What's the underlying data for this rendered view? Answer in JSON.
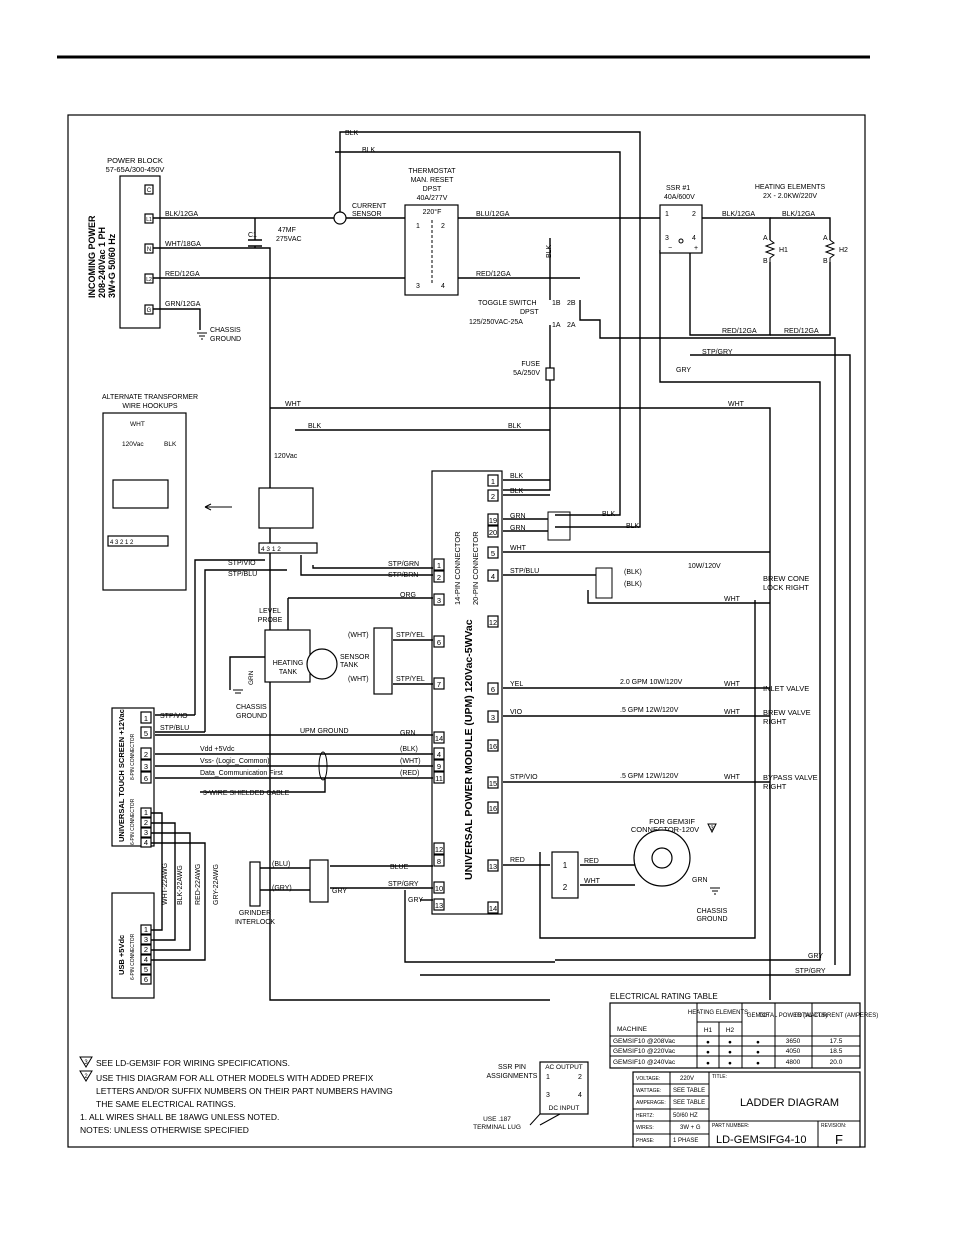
{
  "power_block": {
    "title": "POWER BLOCK",
    "rating": "57-65A/300-450V",
    "terminals": [
      "C",
      "L1",
      "N",
      "L2",
      "G"
    ]
  },
  "incoming_power": {
    "line1": "INCOMING POWER",
    "line2": "208-240Vac 1 PH",
    "line3": "3W+G 50/60 Hz"
  },
  "wires": {
    "blk": "BLK",
    "blk12": "BLK/12GA",
    "wht18": "WHT/18GA",
    "red12": "RED/12GA",
    "grn12": "GRN/12GA",
    "blu12": "BLU/12GA",
    "wht": "WHT",
    "stp_gry": "STP/GRY",
    "gry": "GRY",
    "grn": "GRN",
    "red": "RED",
    "yel": "YEL",
    "vio": "VIO",
    "org": "ORG",
    "stp_vio": "STP/VIO",
    "stp_blu": "STP/BLU",
    "stp_grn": "STP/GRN",
    "stp_brn": "STP/BRN",
    "stp_yel": "STP/YEL",
    "blue": "BLUE",
    "p_blk": "(BLK)",
    "p_wht": "(WHT)",
    "p_red": "(RED)",
    "p_blu": "(BLU)",
    "p_gry": "(GRY)",
    "p_yel": "(YEL)",
    "p_org": "(ORG)",
    "p_vio": "(VIO)",
    "v120": "120Vac"
  },
  "chassis_ground": {
    "l1": "CHASSIS",
    "l2": "GROUND"
  },
  "capacitor": {
    "ref": "C1",
    "value": "47MF",
    "voltage": "275VAC"
  },
  "current_sensor": {
    "l1": "CURRENT",
    "l2": "SENSOR"
  },
  "thermostat": {
    "l1": "THERMOSTAT",
    "l2": "MAN. RESET",
    "l3": "DPST",
    "l4": "40A/277V",
    "temp": "220°F"
  },
  "ssr": {
    "l1": "SSR #1",
    "l2": "40A/600V"
  },
  "heating_elements": {
    "l1": "HEATING ELEMENTS",
    "l2": "2X - 2.0KW/220V",
    "h1": "H1",
    "h2": "H2",
    "a": "A",
    "b": "B"
  },
  "toggle_switch": {
    "l1": "TOGGLE SWITCH",
    "l2": "DPST",
    "l3": "125/250VAC-25A"
  },
  "fuse": {
    "l1": "FUSE",
    "l2": "5A/250V"
  },
  "alt_transformer": {
    "l1": "ALTERNATE TRANSFORMER",
    "l2": "WIRE HOOKUPS"
  },
  "upm": {
    "title": "UNIVERSAL POWER MODULE (UPM) 120Vac-5WVac",
    "c14": "14-PIN CONNECTOR",
    "c20": "20-PIN CONNECTOR"
  },
  "level_probe": {
    "l1": "LEVEL",
    "l2": "PROBE"
  },
  "heating_tank": {
    "l1": "HEATING",
    "l2": "TANK"
  },
  "sensor_tank": {
    "l1": "SENSOR",
    "l2": "TANK"
  },
  "upm_ground": "UPM GROUND",
  "touch_screen": {
    "title": "UNIVERSAL TOUCH SCREEN +12Vac",
    "c8": "8-PIN CONNECTOR",
    "c6": "6-PIN CONNECTOR"
  },
  "signals": {
    "vdd": "Vdd  +5Vdc",
    "vss": "Vss-  (Logic_Common)",
    "data": "Data_Communication  First"
  },
  "shielded": "3-WIRE SHIELDED CABLE",
  "usb": {
    "title": "USB +5Vdc",
    "c6": "6-PIN CONNECTOR",
    "w1": "WHT-22AWG",
    "w2": "BLK-22AWG",
    "w3": "RED-22AWG",
    "w4": "GRY-22AWG"
  },
  "grinder": {
    "l1": "GRINDER",
    "l2": "INTERLOCK"
  },
  "loads": {
    "brew_cone": {
      "l1": "BREW CONE",
      "l2": "LOCK RIGHT",
      "rating": "10W/120V"
    },
    "inlet": {
      "l1": "INLET VALVE",
      "rating": "2.0 GPM 10W/120V"
    },
    "brew_valve": {
      "l1": "BREW VALVE",
      "l2": "RIGHT",
      "rating": ".5 GPM 12W/120V"
    },
    "bypass": {
      "l1": "BYPASS VALVE",
      "l2": "RIGHT",
      "rating": ".5 GPM 12W/120V"
    }
  },
  "gem3if": {
    "l1": "FOR GEM3IF",
    "l2": "CONNECTOR-120V",
    "ref": "3"
  },
  "rating_table": {
    "title": "ELECTRICAL RATING TABLE",
    "headers": [
      "MACHINE",
      "HEATING ELEMENTS",
      "GEM3IF",
      "TOTAL POWER (WATTS)",
      "TOTAL CURRENT (AMPERES)"
    ],
    "sub": [
      "H1",
      "H2"
    ],
    "rows": [
      {
        "machine": "GEMSIF10 @208Vac",
        "h1": "●",
        "h2": "●",
        "gem": "●",
        "power": "3650",
        "current": "17.5"
      },
      {
        "machine": "GEMSIF10 @220Vac",
        "h1": "●",
        "h2": "●",
        "gem": "●",
        "power": "4050",
        "current": "18.5"
      },
      {
        "machine": "GEMSIF10 @240Vac",
        "h1": "●",
        "h2": "●",
        "gem": "●",
        "power": "4800",
        "current": "20.0"
      }
    ]
  },
  "notes": [
    "SEE LD-GEM3IF FOR WIRING SPECIFICATIONS.",
    "USE THIS DIAGRAM FOR ALL OTHER MODELS WITH ADDED PREFIX",
    "LETTERS AND/OR SUFFIX NUMBERS ON THEIR PART NUMBERS HAVING",
    "THE SAME ELECTRICAL RATINGS.",
    "1. ALL WIRES SHALL BE 18AWG UNLESS NOTED.",
    "NOTES: UNLESS OTHERWISE SPECIFIED"
  ],
  "note_refs": [
    "3",
    "2"
  ],
  "ssr_pins": {
    "l1": "SSR PIN",
    "l2": "ASSIGNMENTS",
    "ac": "AC OUTPUT",
    "dc": "DC INPUT",
    "lug1": "USE .187",
    "lug2": "TERMINAL LUG"
  },
  "title_block": {
    "voltage_k": "VOLTAGE:",
    "voltage": "220V",
    "wattage_k": "WATTAGE:",
    "wattage": "SEE TABLE",
    "amperage_k": "AMPERAGE:",
    "amperage": "SEE TABLE",
    "hertz_k": "HERTZ:",
    "hertz": "50/60 HZ",
    "wires_k": "WIRES:",
    "wires": "3W + G",
    "phase_k": "PHASE:",
    "phase": "1 PHASE",
    "title_k": "TITLE:",
    "title": "LADDER DIAGRAM",
    "part_k": "PART NUMBER:",
    "part": "LD-GEMSIFG4-10",
    "rev_k": "REVISION:",
    "rev": "F"
  }
}
